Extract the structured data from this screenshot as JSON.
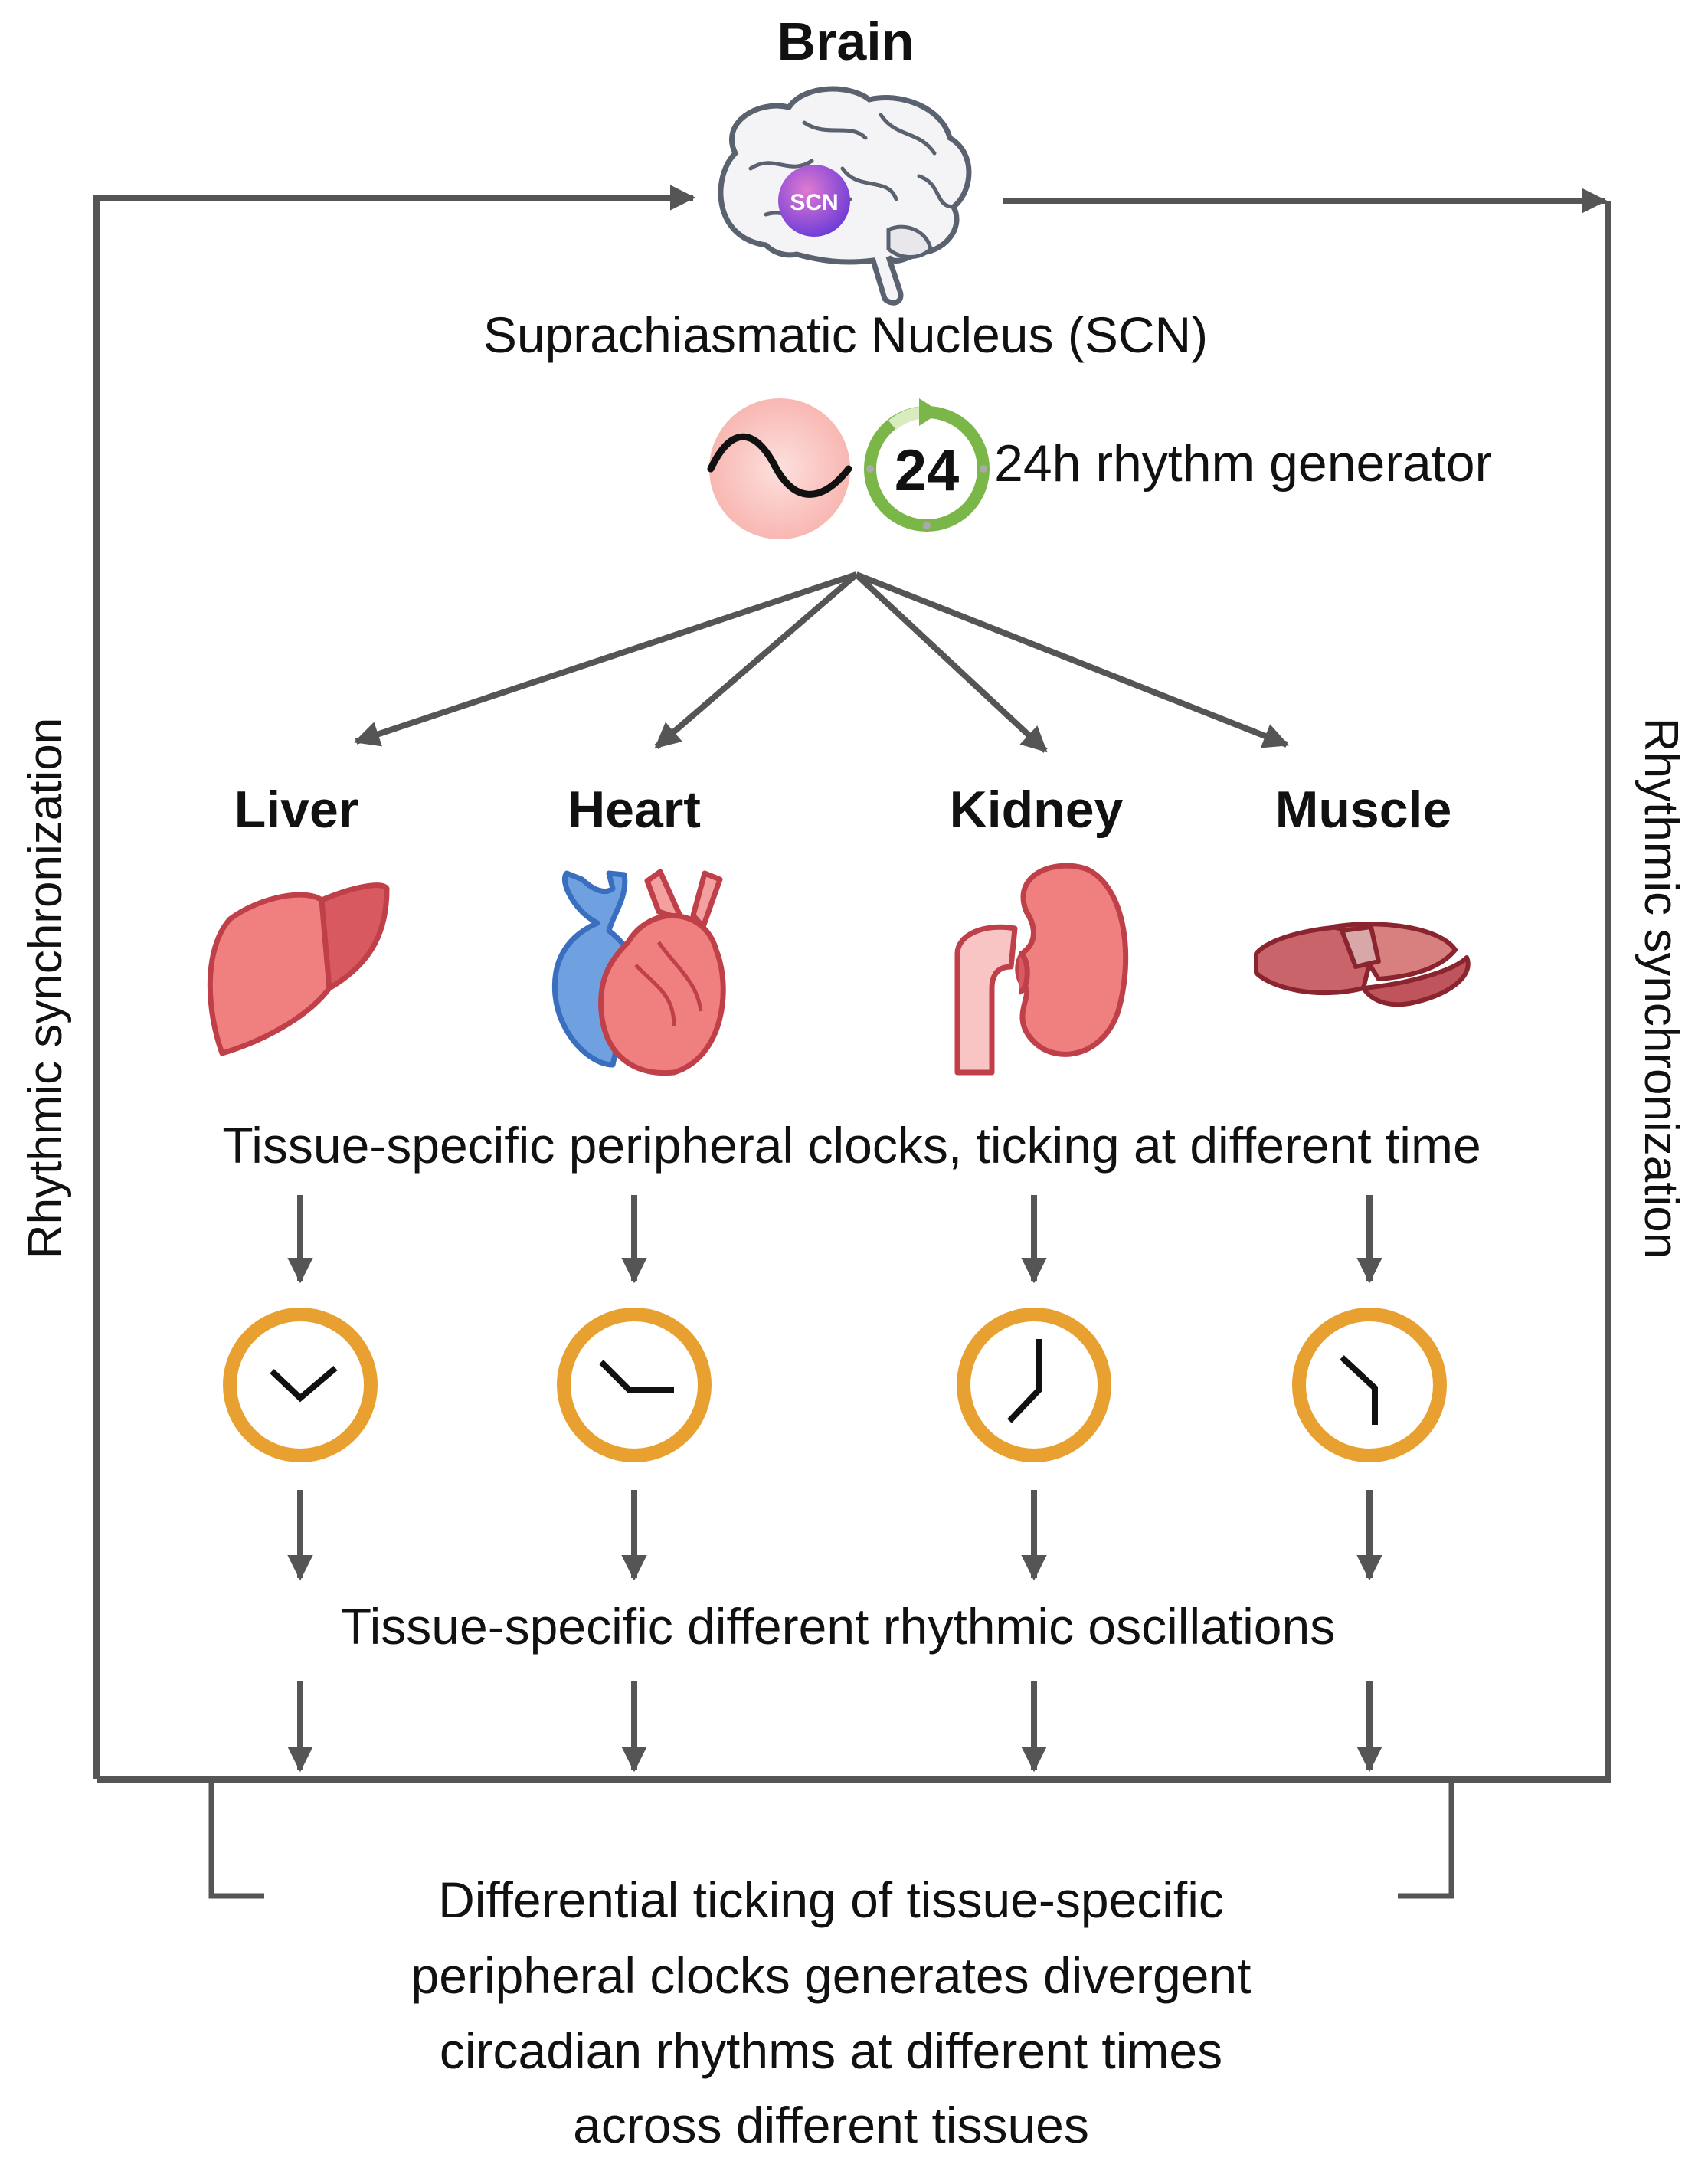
{
  "brain": {
    "title": "Brain",
    "scn_badge": "SCN",
    "subtitle": "Suprachiasmatic Nucleus (SCN)"
  },
  "generator": {
    "number": "24",
    "label": "24h rhythm generator"
  },
  "organs": [
    {
      "name": "Liver",
      "icon": "liver-icon"
    },
    {
      "name": "Heart",
      "icon": "heart-icon"
    },
    {
      "name": "Kidney",
      "icon": "kidney-icon"
    },
    {
      "name": "Muscle",
      "icon": "muscle-icon"
    }
  ],
  "peripheral_label": "Tissue-specific peripheral clocks, ticking at different time",
  "oscillation_label": "Tissue-specific different rhythmic oscillations",
  "side_label_left": "Rhythmic synchronization",
  "side_label_right": "Rhythmic synchronization",
  "conclusion": [
    "Differential ticking of tissue-specific",
    "peripheral clocks generates divergent",
    "circadian rhythms at different times",
    "across different tissues"
  ],
  "colors": {
    "arrow": "#555555",
    "clock_ring": "#e8a030",
    "organ_red": "#f08080",
    "organ_dark": "#c0404a",
    "heart_blue": "#6fa0e0",
    "generator_green": "#7ab648",
    "scn_purple": "#8a4fd0"
  }
}
